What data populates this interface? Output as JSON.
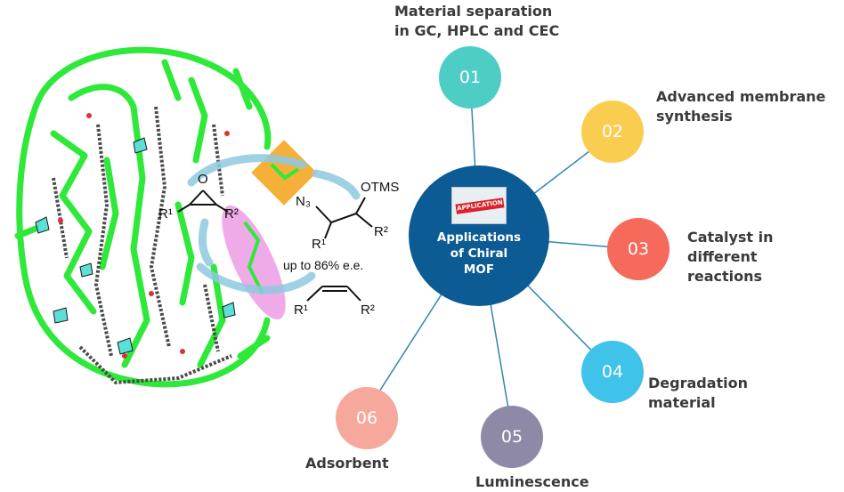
{
  "hub": {
    "title": "Applications\nof Chiral\nMOF",
    "badge_text": "APPLICATION",
    "color": "#0d5b94"
  },
  "nodes": [
    {
      "num": "01",
      "label": "Material separation\nin GC, HPLC and CEC",
      "color": "#4ecdc4"
    },
    {
      "num": "02",
      "label": "Advanced membrane\nsynthesis",
      "color": "#f9cd4f"
    },
    {
      "num": "03",
      "label": "Catalyst in different\nreactions",
      "color": "#f56a5b"
    },
    {
      "num": "04",
      "label": "Degradation\nmaterial",
      "color": "#3fc3ea"
    },
    {
      "num": "05",
      "label": "Luminescence",
      "color": "#8d89a6"
    },
    {
      "num": "06",
      "label": "Adsorbent",
      "color": "#f7a89d"
    }
  ],
  "reaction": {
    "reactant_left": "R¹",
    "reactant_right": "R²",
    "epoxide_o": "O",
    "product_azide": "N₃",
    "product_otms": "OTMS",
    "product_r1": "R¹",
    "product_r2": "R²",
    "selectivity": "up to 86% e.e.",
    "alkene_r1": "R¹",
    "alkene_r2": "R²"
  },
  "colors": {
    "line": "#2f86b0",
    "mof_green": "#2ee83a",
    "mof_gray": "#4a4a4a",
    "highlight_orange": "#f5a623",
    "highlight_pink": "#e88fe0",
    "arrow_blue": "#8ec9e0"
  }
}
